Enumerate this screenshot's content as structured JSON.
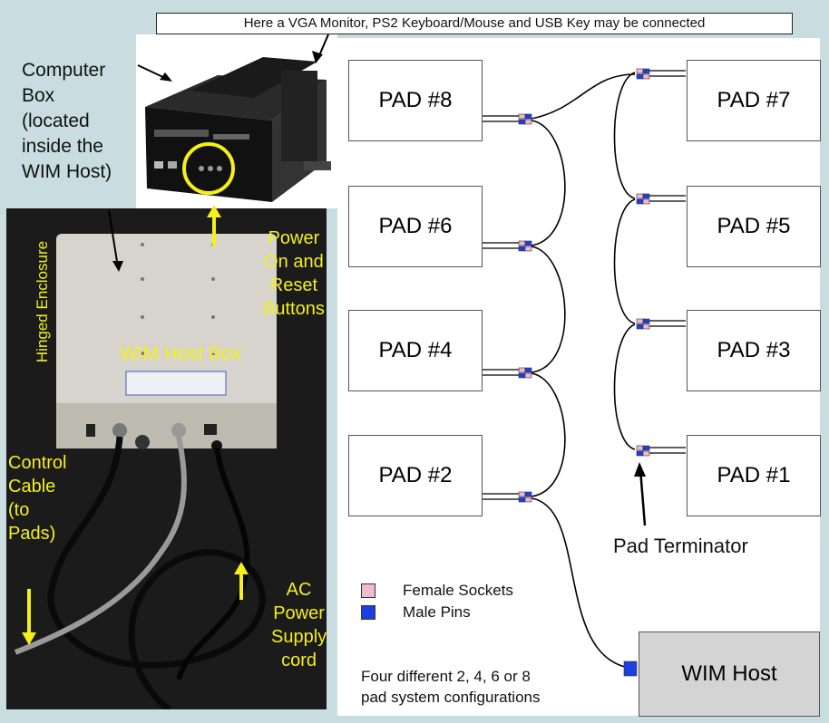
{
  "top_note": "Here a VGA Monitor, PS2 Keyboard/Mouse and USB Key may be connected",
  "computer_box_label": [
    "Computer",
    "Box",
    "(located",
    "inside the",
    "WIM Host)"
  ],
  "power_label": [
    "Power",
    "On and",
    "Reset",
    "Buttons"
  ],
  "hinged_label": "Hinged Enclosure",
  "wim_host_box_label": "WIM Host Box",
  "control_cable_label": [
    "Control",
    "Cable",
    "(to",
    "Pads)"
  ],
  "ac_power_label": [
    "AC",
    "Power",
    "Supply",
    "cord"
  ],
  "pads": {
    "pad8": "PAD #8",
    "pad7": "PAD #7",
    "pad6": "PAD #6",
    "pad5": "PAD #5",
    "pad4": "PAD #4",
    "pad3": "PAD #3",
    "pad2": "PAD #2",
    "pad1": "PAD #1"
  },
  "wim_host": "WIM Host",
  "pad_terminator": "Pad Terminator",
  "legend": {
    "female": "Female Sockets",
    "male": "Male Pins"
  },
  "bottom_note": [
    "Four different 2, 4, 6 or 8",
    "pad system configurations"
  ],
  "colors": {
    "female": "#f2b8d2",
    "male": "#1d3fe0",
    "background": "#c9dde0",
    "highlight": "#f5ef1a"
  }
}
